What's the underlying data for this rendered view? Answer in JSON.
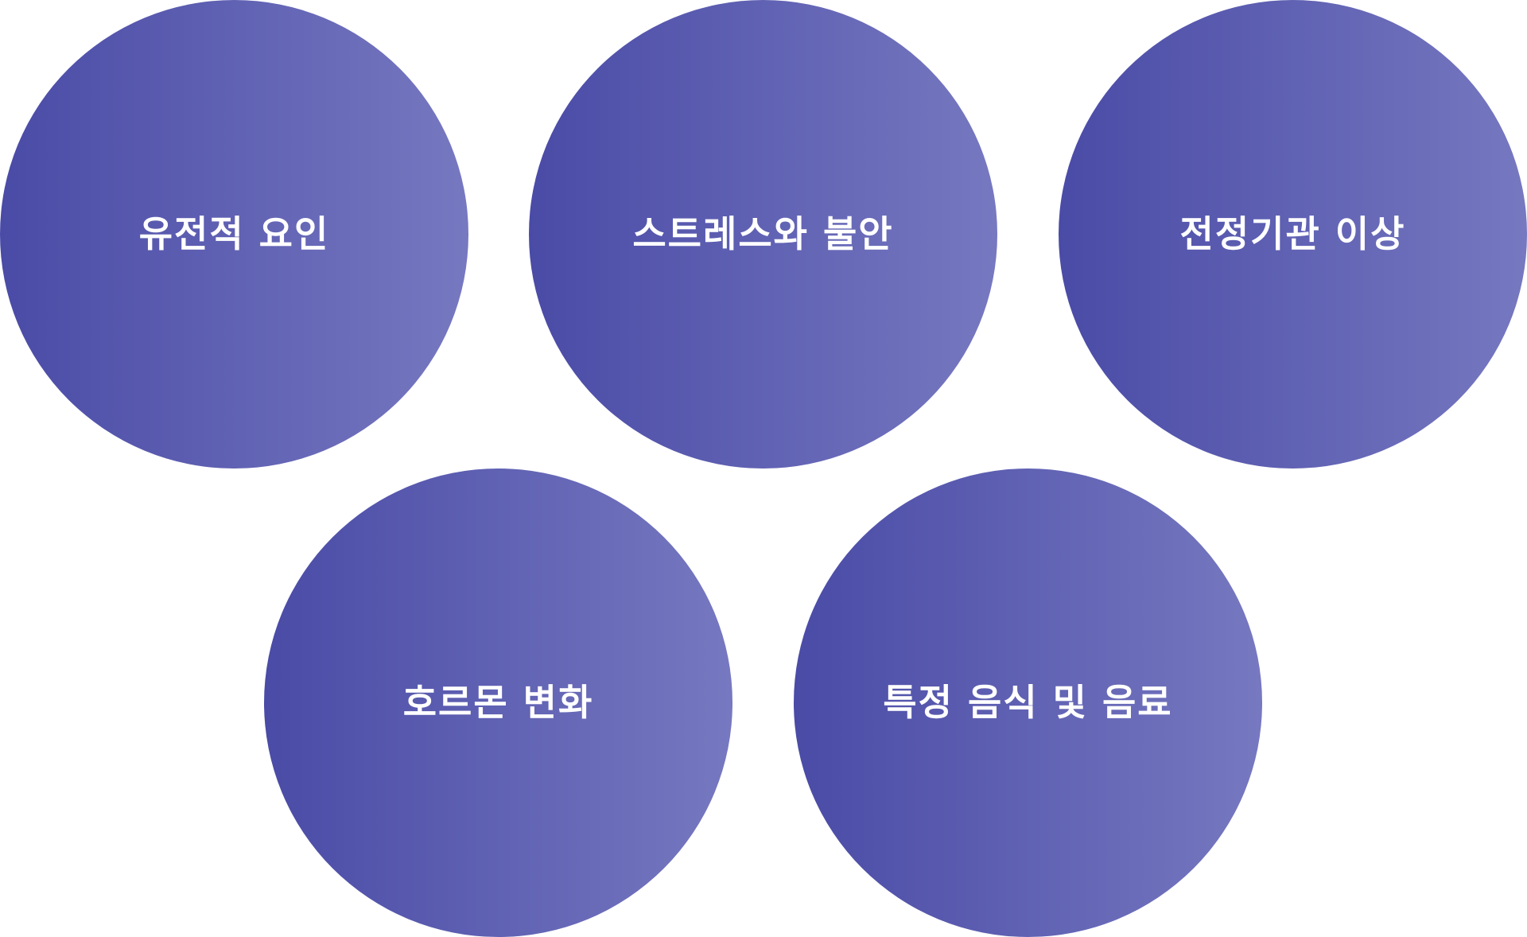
{
  "diagram": {
    "circles": [
      {
        "label": "유전적 요인"
      },
      {
        "label": "스트레스와 불안"
      },
      {
        "label": "전정기관 이상"
      },
      {
        "label": "호르몬 변화"
      },
      {
        "label": "특정 음식 및 음료"
      }
    ],
    "colors": {
      "gradient_start": "#4a4ba6",
      "gradient_end": "#7678c0",
      "text": "#ffffff"
    }
  }
}
